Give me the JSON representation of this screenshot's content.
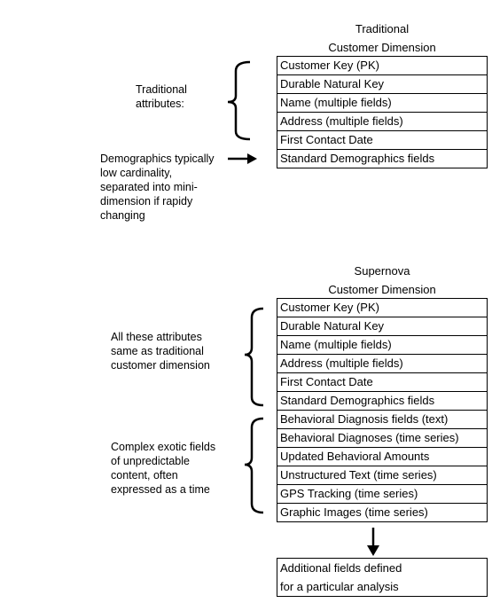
{
  "traditional": {
    "title_line1": "Traditional",
    "title_line2": "Customer Dimension",
    "label": "Traditional\nattributes:",
    "rows": [
      "Customer Key (PK)",
      "Durable Natural Key",
      "Name (multiple fields)",
      "Address (multiple fields)",
      "First Contact Date",
      "Standard Demographics fields"
    ],
    "demographics_note": "Demographics typically\nlow cardinality,\nseparated into mini-\ndimension if rapidy\nchanging"
  },
  "supernova": {
    "title_line1": "Supernova",
    "title_line2": "Customer Dimension",
    "same_label": "All these attributes\nsame as traditional\ncustomer dimension",
    "exotic_label": "Complex exotic fields\nof unpredictable\ncontent, often\nexpressed as a time",
    "rows": [
      "Customer Key (PK)",
      "Durable Natural Key",
      "Name (multiple fields)",
      "Address (multiple fields)",
      "First Contact Date",
      "Standard Demographics fields",
      "Behavioral Diagnosis fields (text)",
      "Behavioral Diagnoses (time series)",
      "Updated Behavioral Amounts",
      "Unstructured Text (time series)",
      "GPS Tracking (time series)",
      "Graphic Images (time series)"
    ]
  },
  "additional": {
    "line1": "Additional fields defined",
    "line2": "for a particular analysis"
  }
}
